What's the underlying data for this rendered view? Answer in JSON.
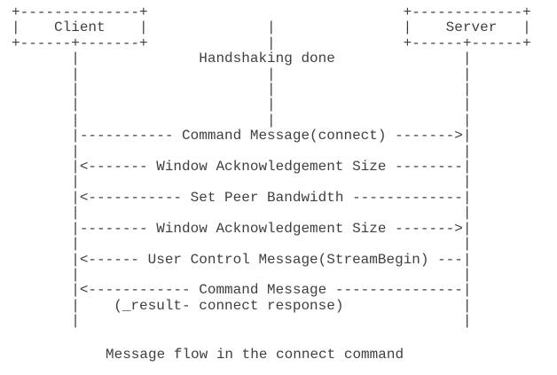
{
  "diagram": {
    "type": "ascii-sequence-diagram",
    "actors": [
      "Client",
      "Server"
    ],
    "note": "Handshaking done",
    "messages": [
      {
        "from": "Client",
        "to": "Server",
        "label": "Command Message(connect)"
      },
      {
        "from": "Server",
        "to": "Client",
        "label": "Window Acknowledgement Size"
      },
      {
        "from": "Server",
        "to": "Client",
        "label": "Set Peer Bandwidth"
      },
      {
        "from": "Client",
        "to": "Server",
        "label": "Window Acknowledgement Size"
      },
      {
        "from": "Server",
        "to": "Client",
        "label": "User Control Message(StreamBegin)"
      },
      {
        "from": "Server",
        "to": "Client",
        "label": "Command Message (_result- connect response)"
      }
    ],
    "ascii_lines": [
      "+--------------+                              +-------------+",
      "|    Client    |              |               |    Server   |",
      "+------+-------+              |               +------+------+",
      "       |              Handshaking done               |",
      "       |                      |                      |",
      "       |                      |                      |",
      "       |                      |                      |",
      "       |                      |                      |",
      "       |----------- Command Message(connect) ------->|",
      "       |                                             |",
      "       |<------- Window Acknowledgement Size --------|",
      "       |                                             |",
      "       |<----------- Set Peer Bandwidth -------------|",
      "       |                                             |",
      "       |-------- Window Acknowledgement Size ------->|",
      "       |                                             |",
      "       |<------ User Control Message(StreamBegin) ---|",
      "       |                                             |",
      "       |<------------ Command Message ---------------|",
      "       |    (_result- connect response)              |",
      "       |                                             |"
    ],
    "caption": "Message flow in the connect command"
  },
  "colors": {
    "text": "#3f3f3f",
    "background": "#ffffff"
  }
}
